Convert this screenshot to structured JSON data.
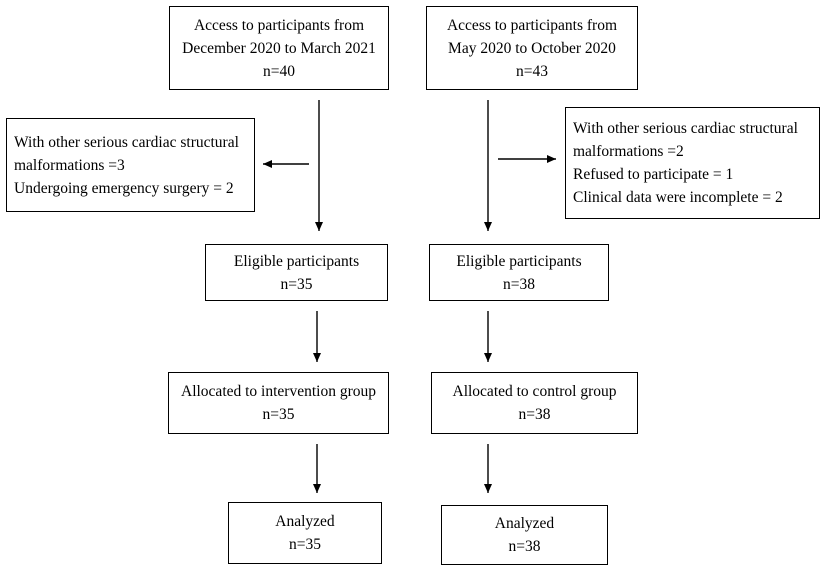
{
  "left_column": {
    "access": {
      "line1": "Access to participants from",
      "line2": "December 2020 to March 2021",
      "count": "n=40"
    },
    "exclusion": {
      "line1": "With other serious cardiac structural",
      "line2": "malformations =3",
      "line3": "Undergoing emergency surgery = 2"
    },
    "eligible": {
      "label": "Eligible participants",
      "count": "n=35"
    },
    "allocated": {
      "label": "Allocated to intervention group",
      "count": "n=35"
    },
    "analyzed": {
      "label": "Analyzed",
      "count": "n=35"
    }
  },
  "right_column": {
    "access": {
      "line1": "Access to participants from",
      "line2": "May 2020 to October 2020",
      "count": "n=43"
    },
    "exclusion": {
      "line1": "With other serious cardiac structural",
      "line2": "malformations =2",
      "line3": "Refused to participate = 1",
      "line4": "Clinical data were incomplete = 2"
    },
    "eligible": {
      "label": "Eligible participants",
      "count": "n=38"
    },
    "allocated": {
      "label": "Allocated to control group",
      "count": "n=38"
    },
    "analyzed": {
      "label": "Analyzed",
      "count": "n=38"
    }
  }
}
